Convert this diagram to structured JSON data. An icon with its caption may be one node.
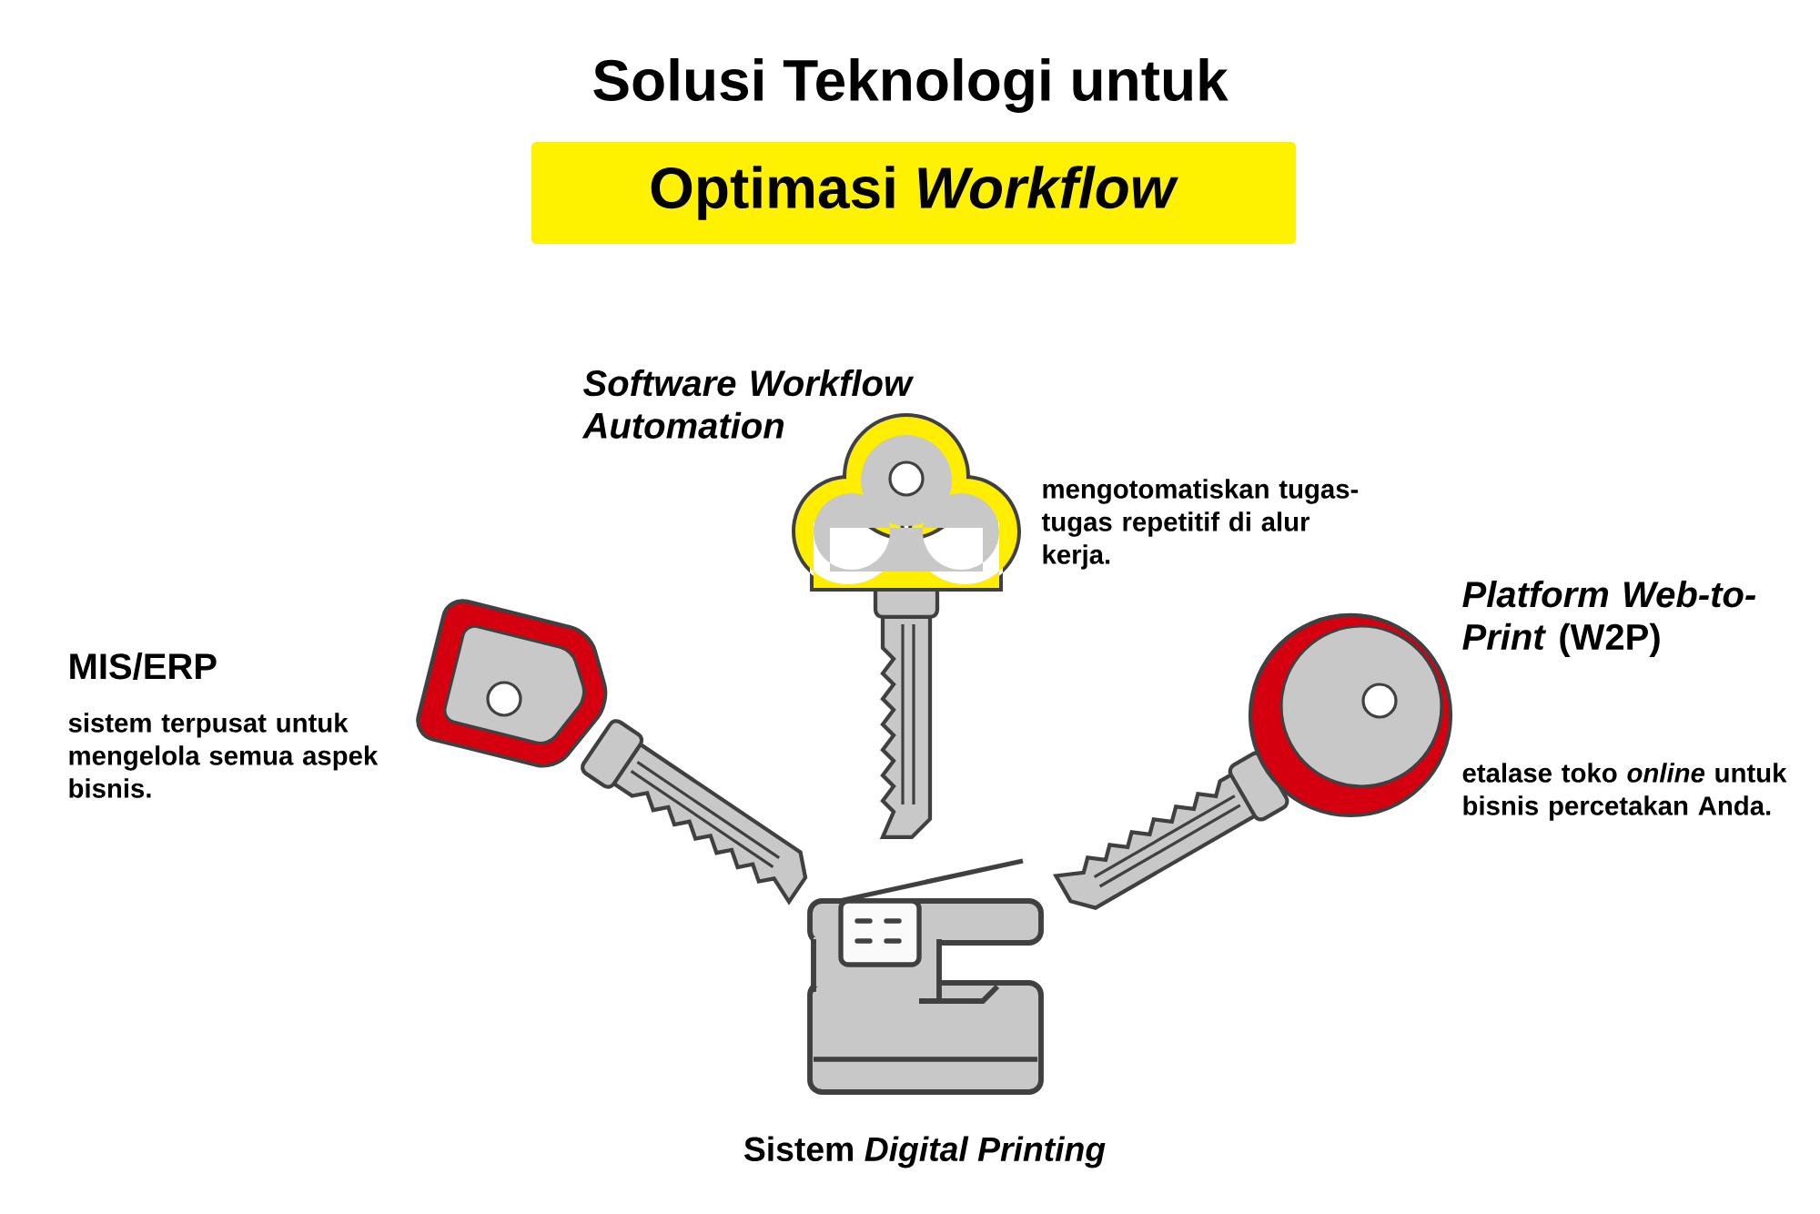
{
  "diagram": {
    "nodes": [
      {
        "text": [
          "Solusi Teknologi untuk"
        ]
      },
      {
        "text": [
          "Optimasi *Workflow*"
        ]
      }
    ],
    "labels": [
      "Software Workflow Automation",
      "mengotomatiskan tugas-tugas repetitif di alur kerja.",
      "MIS/ERP",
      "sistem terpusat untuk mengelola semua aspek bisnis.",
      "*Platform Web-to-Print* (W2P)",
      "etalase toko *online* untuk bisnis percetakan Anda.",
      "Sistem *Digital Printing*"
    ]
  }
}
